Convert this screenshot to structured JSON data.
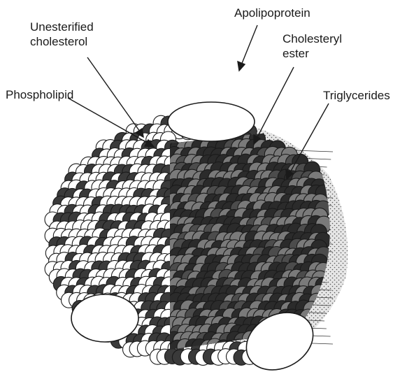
{
  "labels": {
    "unesterified_cholesterol_line1": "Unesterified",
    "unesterified_cholesterol_line2": "cholesterol",
    "phospholipid": "Phospholipid",
    "apolipoprotein": "Apolipoprotein",
    "cholesteryl_ester_line1": "Cholesteryl",
    "cholesteryl_ester_line2": "ester",
    "triglycerides": "Triglycerides"
  },
  "colors": {
    "outline": "#1a1a1a",
    "phospholipid_fill": "#ffffff",
    "unesterified_cholesterol_fill": "#3a3a3a",
    "cholesteryl_ester_dark": "#2b2b2b",
    "cholesteryl_ester_medium": "#7a7a7a",
    "triglyceride_stipple": "#dadada",
    "apolipoprotein_fill": "#ffffff"
  }
}
